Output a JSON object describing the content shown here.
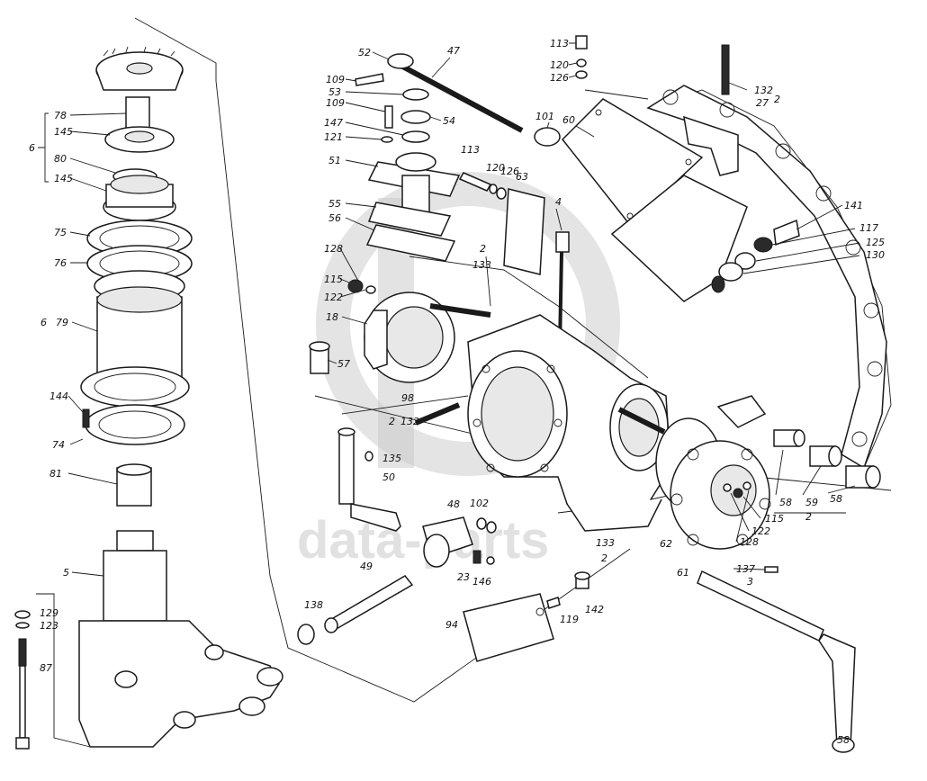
{
  "watermark": {
    "text": "data-parts",
    "logo": "dp-logo"
  },
  "labels": {
    "l78": "78",
    "l145a": "145",
    "l6a": "6",
    "l80a": "80",
    "l145b": "145",
    "l75": "75",
    "l76": "76",
    "l6b": "6",
    "l79": "79",
    "l144": "144",
    "l74": "74",
    "l81": "81",
    "l5": "5",
    "l129": "129",
    "l123": "123",
    "l87": "87",
    "l52": "52",
    "l47": "47",
    "l109a": "109",
    "l53": "53",
    "l109b": "109",
    "l54": "54",
    "l147": "147",
    "l121": "121",
    "l101": "101",
    "l60a": "60",
    "l51": "51",
    "l113a": "113",
    "l120a": "120",
    "l126a": "126",
    "l63": "63",
    "l55": "55",
    "l56": "56",
    "l4": "4",
    "l2a": "2",
    "l133a": "133",
    "l128a": "128",
    "l115a": "115",
    "l122a": "122",
    "l18": "18",
    "l57": "57",
    "l98": "98",
    "l2b": "2",
    "l132a": "132",
    "l135": "135",
    "l50": "50",
    "l48": "48",
    "l102": "102",
    "l23": "23",
    "l146": "146",
    "l49": "49",
    "l138": "138",
    "l94": "94",
    "l119": "119",
    "l142": "142",
    "l133b": "133",
    "l2c": "2",
    "l62": "62",
    "l61": "61",
    "l113b": "113",
    "l120b": "120",
    "l126b": "126",
    "l132b": "132",
    "l2d": "2",
    "l27": "27",
    "l141": "141",
    "l117": "117",
    "l125": "125",
    "l130": "130",
    "l58a": "58",
    "l59": "59",
    "l58b": "58",
    "l2e": "2",
    "l115b": "115",
    "l122b": "122",
    "l128b": "128",
    "l137": "137",
    "l3": "3",
    "l58c": "58"
  }
}
